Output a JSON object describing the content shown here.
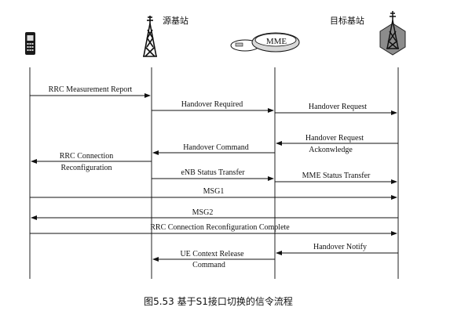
{
  "entities": {
    "source_bs": "源基站",
    "mme": "MME",
    "target_bs": "目标基站"
  },
  "messages": {
    "m1": "RRC Measurement Report",
    "m2": "Handover Required",
    "m3": "Handover Request",
    "m4_line1": "Handover Request",
    "m4_line2": "Ackonwledge",
    "m5": "Handover Command",
    "m6_line1": "RRC Connection",
    "m6_line2": "Reconfiguration",
    "m7": "eNB Status  Transfer",
    "m8": "MME Status  Transfer",
    "m9": "MSG1",
    "m10": "MSG2",
    "m11": "RRC Connection  Reconfiguration Complete",
    "m12": "Handover Notify",
    "m13_line1": "UE Context Release",
    "m13_line2": "Command"
  },
  "caption": "图5.53   基于S1接口切换的信令流程",
  "icons": {
    "ue": "mobile-phone-icon",
    "source": "cell-tower-icon",
    "mme": "mme-server-icon",
    "target": "cell-tower-hexagon-icon"
  }
}
